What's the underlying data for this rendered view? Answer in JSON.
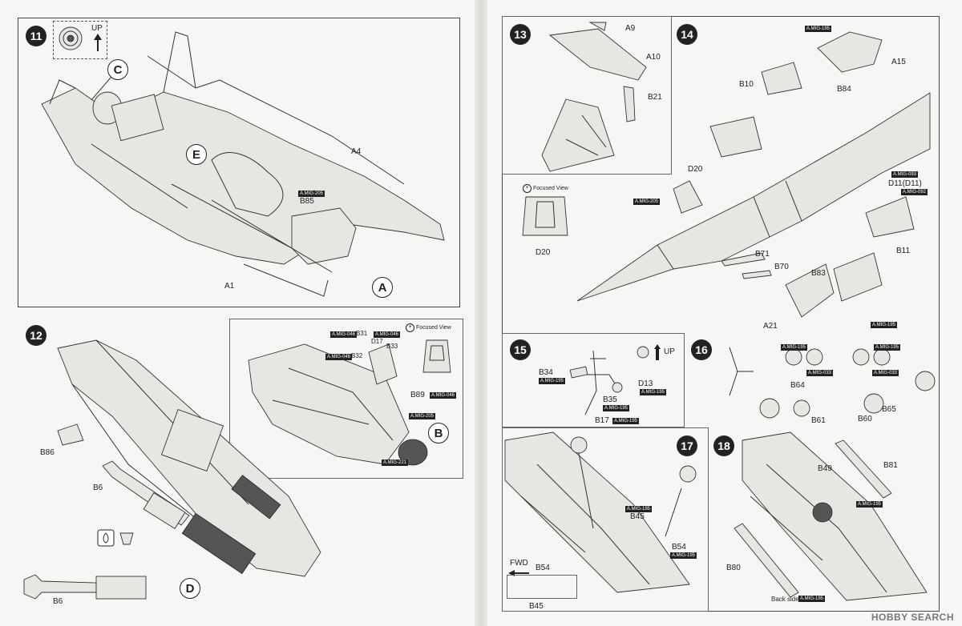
{
  "steps": {
    "s11": {
      "number": "11",
      "up_label": "UP",
      "parts": [
        "C",
        "E",
        "A4",
        "B85",
        "A1",
        "A"
      ],
      "tags": [
        "A.MIG-205"
      ]
    },
    "s12": {
      "number": "12",
      "parts": [
        "B31",
        "D17",
        "B33",
        "B32",
        "B89",
        "B",
        "B86",
        "B6",
        "D",
        "B6"
      ],
      "tags": [
        "A.MIG-046",
        "A.MIG-046",
        "A.MIG-046",
        "A.MIG-046",
        "A.MIG-205",
        "A.MIG-221"
      ],
      "focused_view": "Focused View"
    },
    "s13": {
      "number": "13",
      "parts": [
        "A9",
        "A10",
        "B21"
      ]
    },
    "s14": {
      "number": "14",
      "parts": [
        "A15",
        "B10",
        "B84",
        "D20",
        "D11(D11)",
        "B71",
        "B70",
        "B11",
        "B83",
        "A21"
      ],
      "tags": [
        "A.MIG-195",
        "A.MIG-205",
        "A.MIG-093",
        "A.MIG-092",
        "A.MIG-195"
      ],
      "focused_view": "Focused View",
      "focus_part": "D20"
    },
    "s15": {
      "number": "15",
      "up_label": "UP",
      "parts": [
        "B34",
        "D13",
        "B35",
        "B17"
      ],
      "tags": [
        "A.MIG-195",
        "A.MIG-195",
        "A.MIG-195",
        "A.MIG-195"
      ]
    },
    "s16": {
      "number": "16",
      "parts": [
        "B64",
        "B61",
        "B60",
        "B65"
      ],
      "tags": [
        "A.MIG-195",
        "A.MIG-033",
        "A.MIG-195",
        "A.MIG-033"
      ]
    },
    "s17": {
      "number": "17",
      "parts": [
        "B45",
        "B54",
        "B54",
        "B45"
      ],
      "tags": [
        "A.MIG-195",
        "A.MIG-195"
      ],
      "fwd_label": "FWD"
    },
    "s18": {
      "number": "18",
      "parts": [
        "B49",
        "B81",
        "B80"
      ],
      "tags": [
        "A.MIG-195",
        "A.MIG-195"
      ],
      "back_side": "Back side"
    }
  },
  "watermark": "HOBBY SEARCH"
}
